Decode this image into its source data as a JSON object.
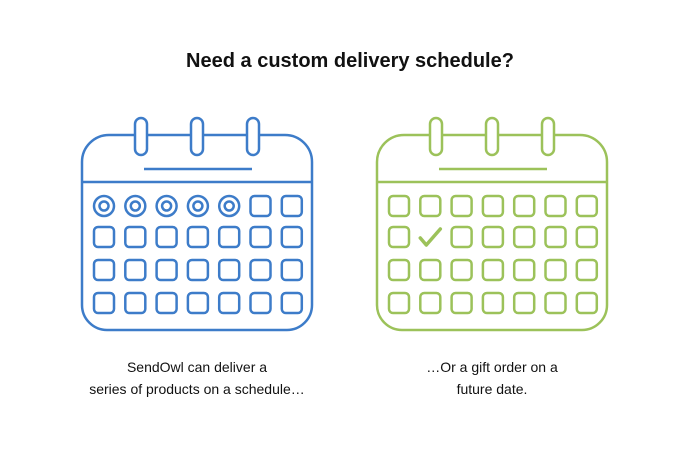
{
  "title": "Need a custom delivery schedule?",
  "colors": {
    "blue": "#3d7cc9",
    "green": "#9cc25a"
  },
  "left": {
    "caption_line1": "SendOwl can deliver a",
    "caption_line2": "series of products on a schedule…",
    "icon": "calendar-recurring-icon"
  },
  "right": {
    "caption_line1": "…Or a gift order on a",
    "caption_line2": "future date.",
    "icon": "calendar-checkmark-icon"
  }
}
